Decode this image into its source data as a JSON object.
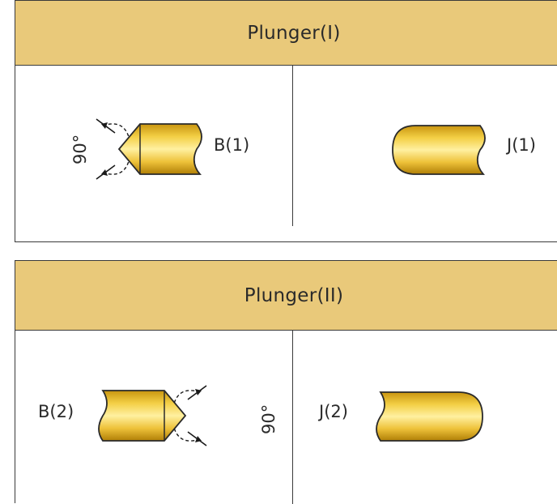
{
  "panels": [
    {
      "title": "Plunger(I)",
      "left_label": "B(1)",
      "left_angle": "90°",
      "right_label": "J(1)"
    },
    {
      "title": "Plunger(II)",
      "left_label": "B(2)",
      "left_angle": "90°",
      "right_label": "J(2)"
    }
  ],
  "colors": {
    "header_bg": "#e9c97a",
    "gold_light": "#f7dc6a",
    "gold_mid": "#e8b820",
    "gold_dark": "#b58405",
    "outline": "#2a2a2a"
  }
}
